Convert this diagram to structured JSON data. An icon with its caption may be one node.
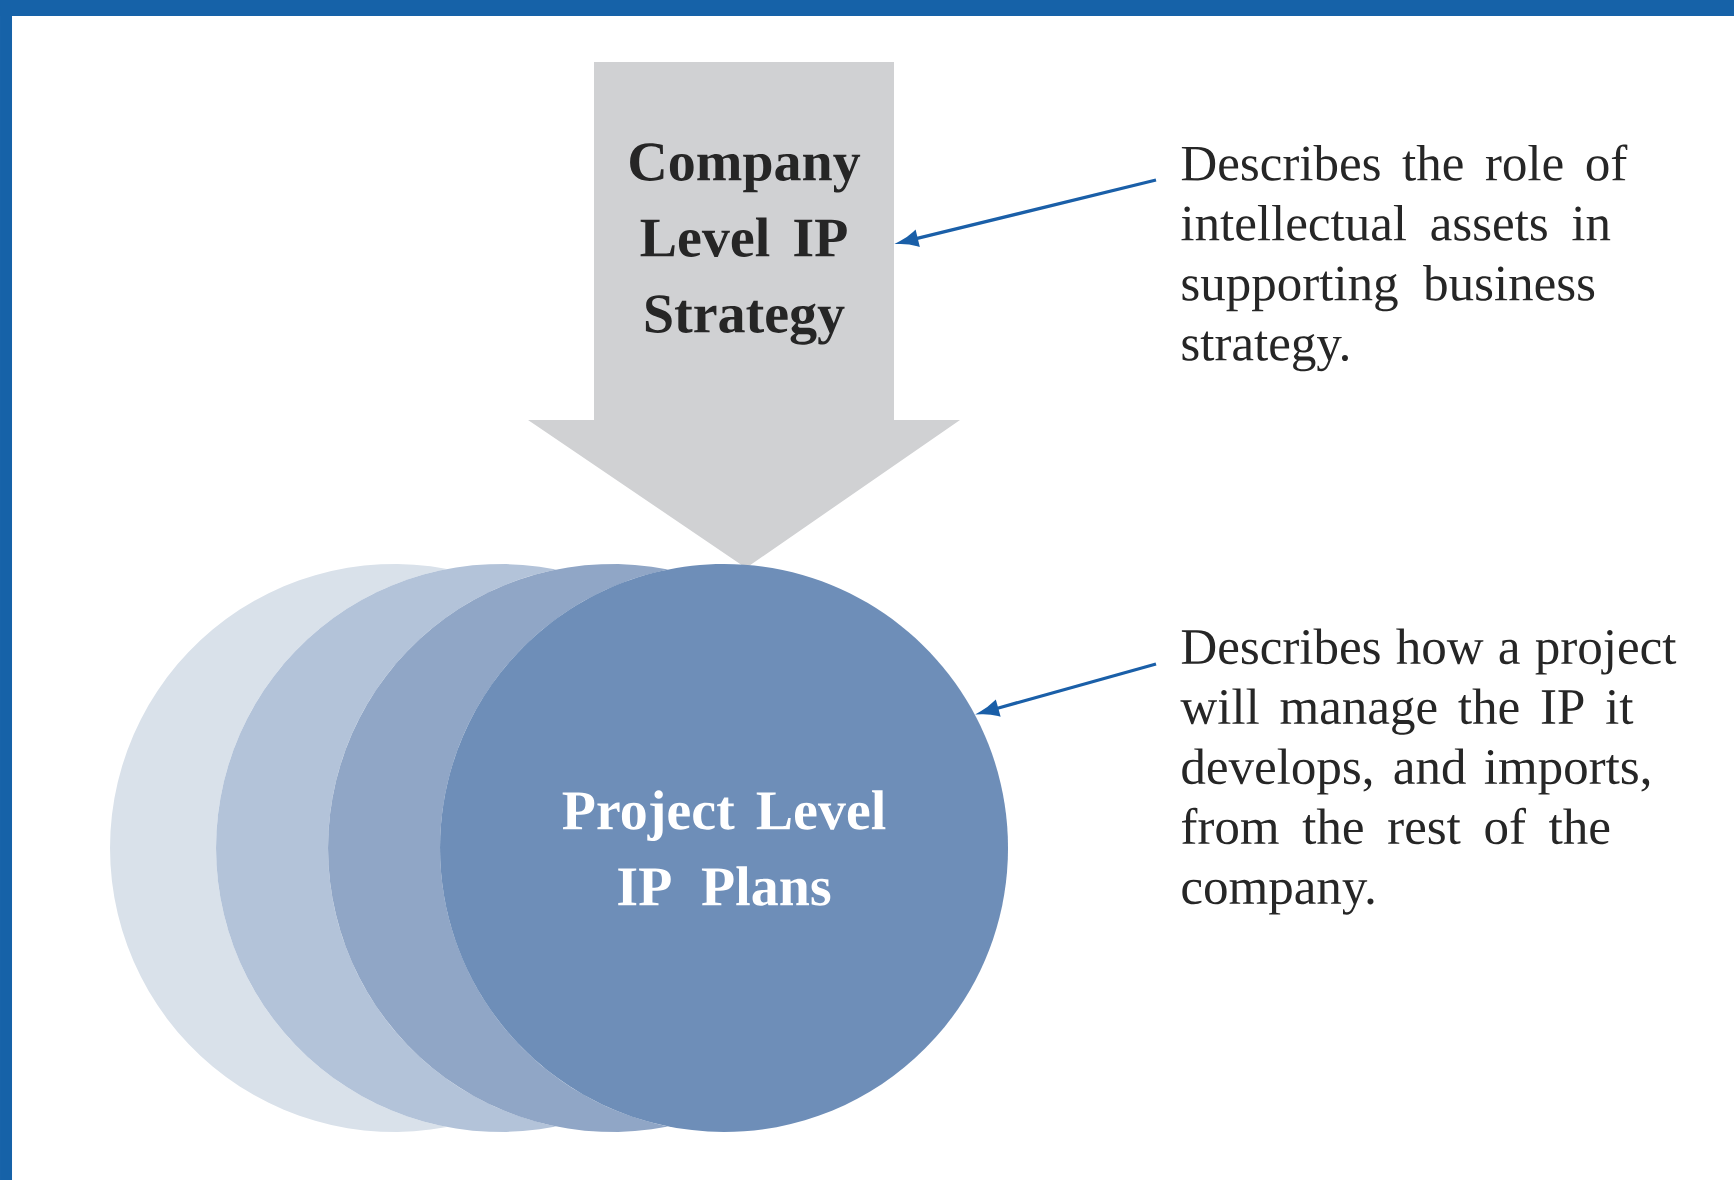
{
  "diagram": {
    "nodes": [
      {
        "text": [
          "Company Level IP Strategy"
        ]
      },
      {
        "text": [
          "Describes the role of intellectual assets in supporting business strategy."
        ]
      },
      {
        "text": [],
        "shape": "circle"
      },
      {
        "text": [],
        "shape": "circle"
      },
      {
        "text": [],
        "shape": "circle"
      },
      {
        "text": [
          "Project Level IP Plans"
        ]
      },
      {
        "text": [
          "Describes how a project will manage the IP it develops, and imports, from the rest of the company."
        ]
      }
    ],
    "edges": [
      {
        "from": 1,
        "to": 0,
        "arrow": "to"
      },
      {
        "from": 6,
        "to": 5,
        "arrow": "to"
      }
    ]
  }
}
